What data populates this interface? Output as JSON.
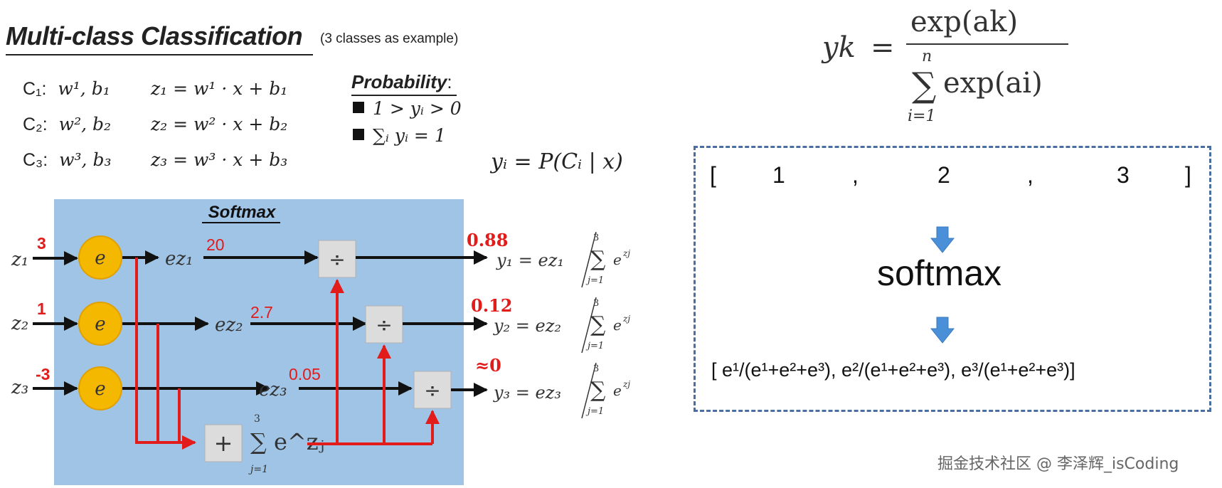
{
  "title": "Multi-class Classification",
  "subtitle": "(3 classes as example)",
  "classes": [
    {
      "name": "C₁:",
      "params": "w¹, b₁",
      "equation": "z₁ = w¹ · x + b₁"
    },
    {
      "name": "C₂:",
      "params": "w², b₂",
      "equation": "z₂ = w² · x + b₂"
    },
    {
      "name": "C₃:",
      "params": "w³, b₃",
      "equation": "z₃ = w³ · x + b₃"
    }
  ],
  "probability": {
    "title": "Probability",
    "colon": ":",
    "rules": [
      "1 > yᵢ > 0",
      "∑ᵢ yᵢ = 1"
    ]
  },
  "conditional": "yᵢ = P(Cᵢ | x)",
  "diagram": {
    "box_label": "Softmax",
    "inputs": [
      "z₁",
      "z₂",
      "z₃"
    ],
    "input_values": [
      "3",
      "1",
      "-3"
    ],
    "node_label": "e",
    "exp_labels": [
      "ez₁",
      "ez₂",
      "ez₃"
    ],
    "exp_values": [
      "20",
      "2.7",
      "0.05"
    ],
    "divide_symbol": "÷",
    "plus_symbol": "+",
    "sum_label": "∑ e^zⱼ",
    "sum_upper": "3",
    "sum_lower": "j=1",
    "output_values": [
      "0.88",
      "0.12",
      "≈0"
    ],
    "outputs": [
      "y₁ = ez₁",
      "y₂ = ez₂",
      "y₃ = ez₃"
    ]
  },
  "formula": {
    "lhs": "yk",
    "eq": "=",
    "numerator": "exp(ak)",
    "denominator": "exp(ai)",
    "upper": "n",
    "lower": "i=1"
  },
  "softmax_example": {
    "open": "[",
    "close": "]",
    "values": [
      "1",
      "2",
      "3"
    ],
    "separator": ",",
    "label": "softmax",
    "result": "[ e¹/(e¹+e²+e³),  e²/(e¹+e²+e³),  e³/(e¹+e²+e³)]"
  },
  "watermark": "掘金技术社区 @ 李泽辉_isCoding",
  "colors": {
    "box_fill": "#9fc4e6",
    "red": "#e21b1b",
    "node": "#f5b800",
    "arrow_blue": "#4a90d9",
    "dash": "#4a6ea0"
  }
}
